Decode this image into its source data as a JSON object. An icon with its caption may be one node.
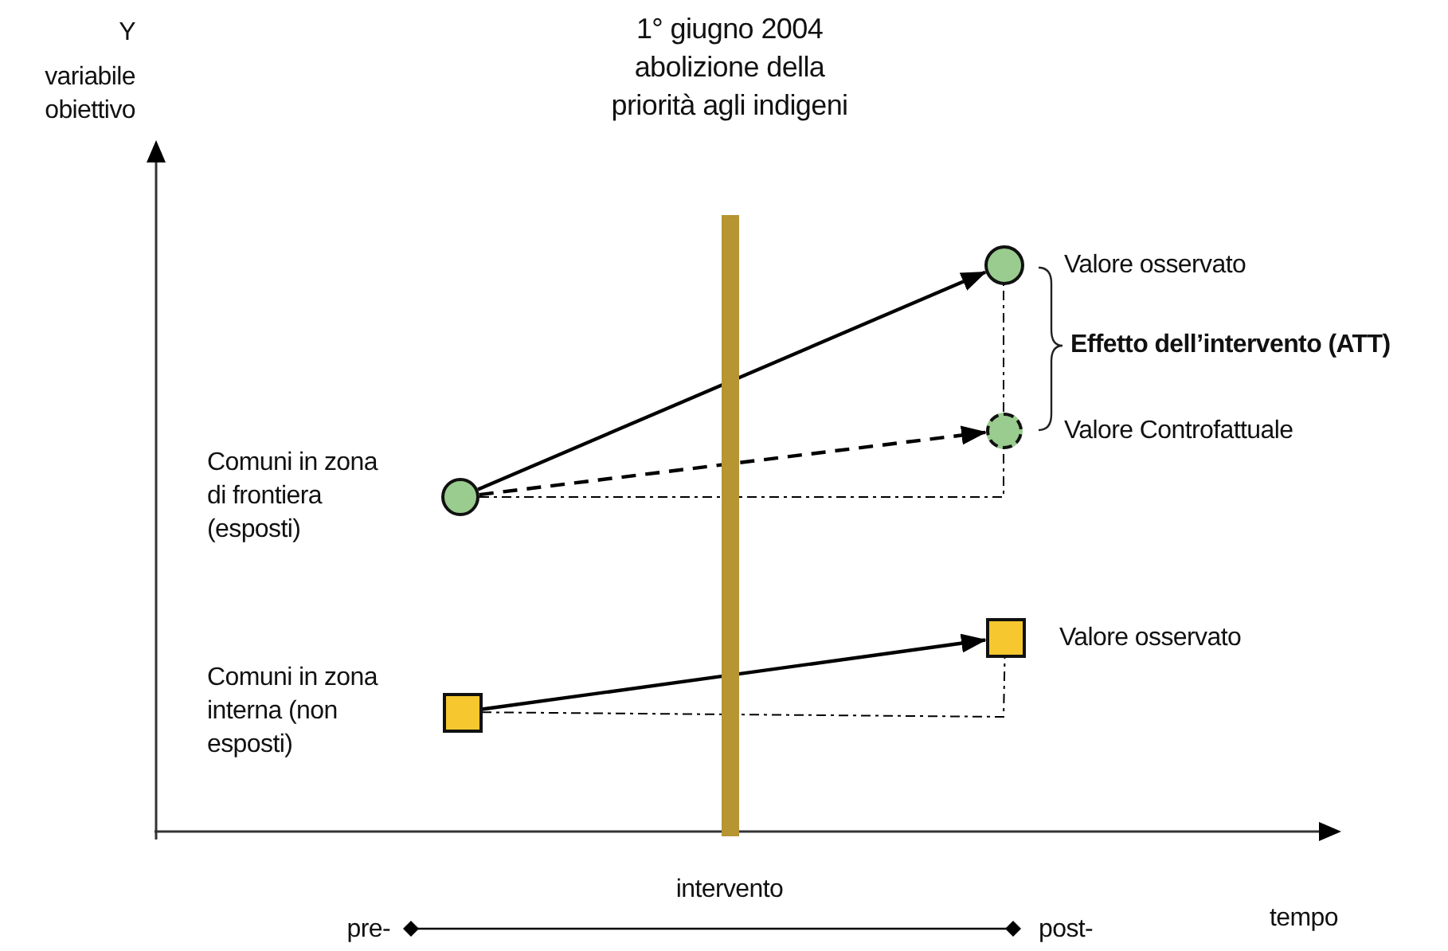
{
  "diagram": {
    "nodes": [
      {
        "text": [],
        "shape": "circle",
        "beside": [
          "Comuni in zona di frontiera (esposti)"
        ]
      },
      {
        "text": [],
        "shape": "circle",
        "beside": [
          "Valore osservato"
        ]
      },
      {
        "text": [],
        "shape": "circle",
        "beside": [
          "Valore Controfattuale"
        ]
      },
      {
        "text": [],
        "shape": "box",
        "beside": [
          "Comuni in zona interna (non esposti)"
        ]
      },
      {
        "text": [],
        "shape": "box",
        "beside": [
          "Valore osservato"
        ]
      }
    ],
    "edges": [
      {
        "from": 0,
        "to": 1,
        "arrow": "to"
      },
      {
        "from": 0,
        "to": 2,
        "arrow": "to",
        "style": "dashed"
      },
      {
        "from": 3,
        "to": 4,
        "arrow": "to"
      },
      {
        "from": 0,
        "to": 2,
        "arrow": "none",
        "style": "dashed"
      },
      {
        "from": 2,
        "to": 1,
        "arrow": "none",
        "style": "dashed"
      },
      {
        "from": 3,
        "to": 4,
        "arrow": "none",
        "style": "dashed"
      }
    ],
    "labels": [
      "1° giugno 2004 abolizione della priorità agli indigeni",
      "Y",
      "variabile obiettivo",
      "Effetto dell’intervento (ATT)",
      "intervento",
      "tempo",
      "pre-",
      "post-"
    ]
  }
}
